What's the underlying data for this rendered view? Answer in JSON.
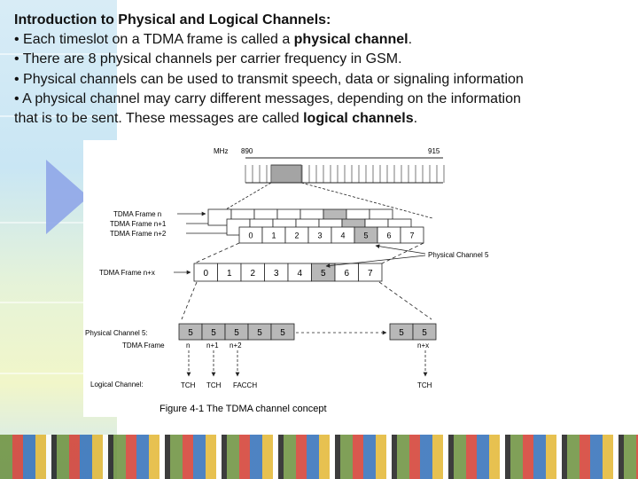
{
  "text": {
    "heading": "Introduction to Physical and Logical Channels:",
    "b1_pre": "• Each timeslot on a TDMA frame is called a ",
    "b1_bold": "physical channel",
    "b1_post": ".",
    "b2": "• There are 8 physical channels per carrier frequency in GSM.",
    "b3": "• Physical channels can be used to transmit speech, data or signaling information",
    "b4_l1": "• A physical channel may carry different messages, depending on the information",
    "b4_l2_pre": "that is to be sent. These messages are called ",
    "b4_l2_bold": "logical channels",
    "b4_l2_post": "."
  },
  "diagram": {
    "mhz": "MHz",
    "freq_start": "890",
    "freq_end": "915",
    "frame_labels": [
      "TDMA Frame n",
      "TDMA Frame n+1",
      "TDMA Frame n+2",
      "TDMA Frame n+x"
    ],
    "slots": [
      "0",
      "1",
      "2",
      "3",
      "4",
      "5",
      "6",
      "7"
    ],
    "physical_channel_label": "Physical Channel 5",
    "pc5_row_label": "Physical Channel 5:",
    "frame_row_label": "TDMA Frame",
    "frame_ticks": [
      "n",
      "n+1",
      "n+2",
      "n+x"
    ],
    "pc5_cells": [
      "5",
      "5",
      "5",
      "5",
      "5",
      "5",
      "5"
    ],
    "logical_label": "Logical Channel:",
    "logical_channels": [
      "TCH",
      "TCH",
      "FACCH",
      "TCH"
    ],
    "caption": "Figure 4-1 The TDMA channel concept"
  },
  "colors": {
    "line": "#222222",
    "shade": "#b8b8b8",
    "accent_blue": "#8fa6e8"
  }
}
